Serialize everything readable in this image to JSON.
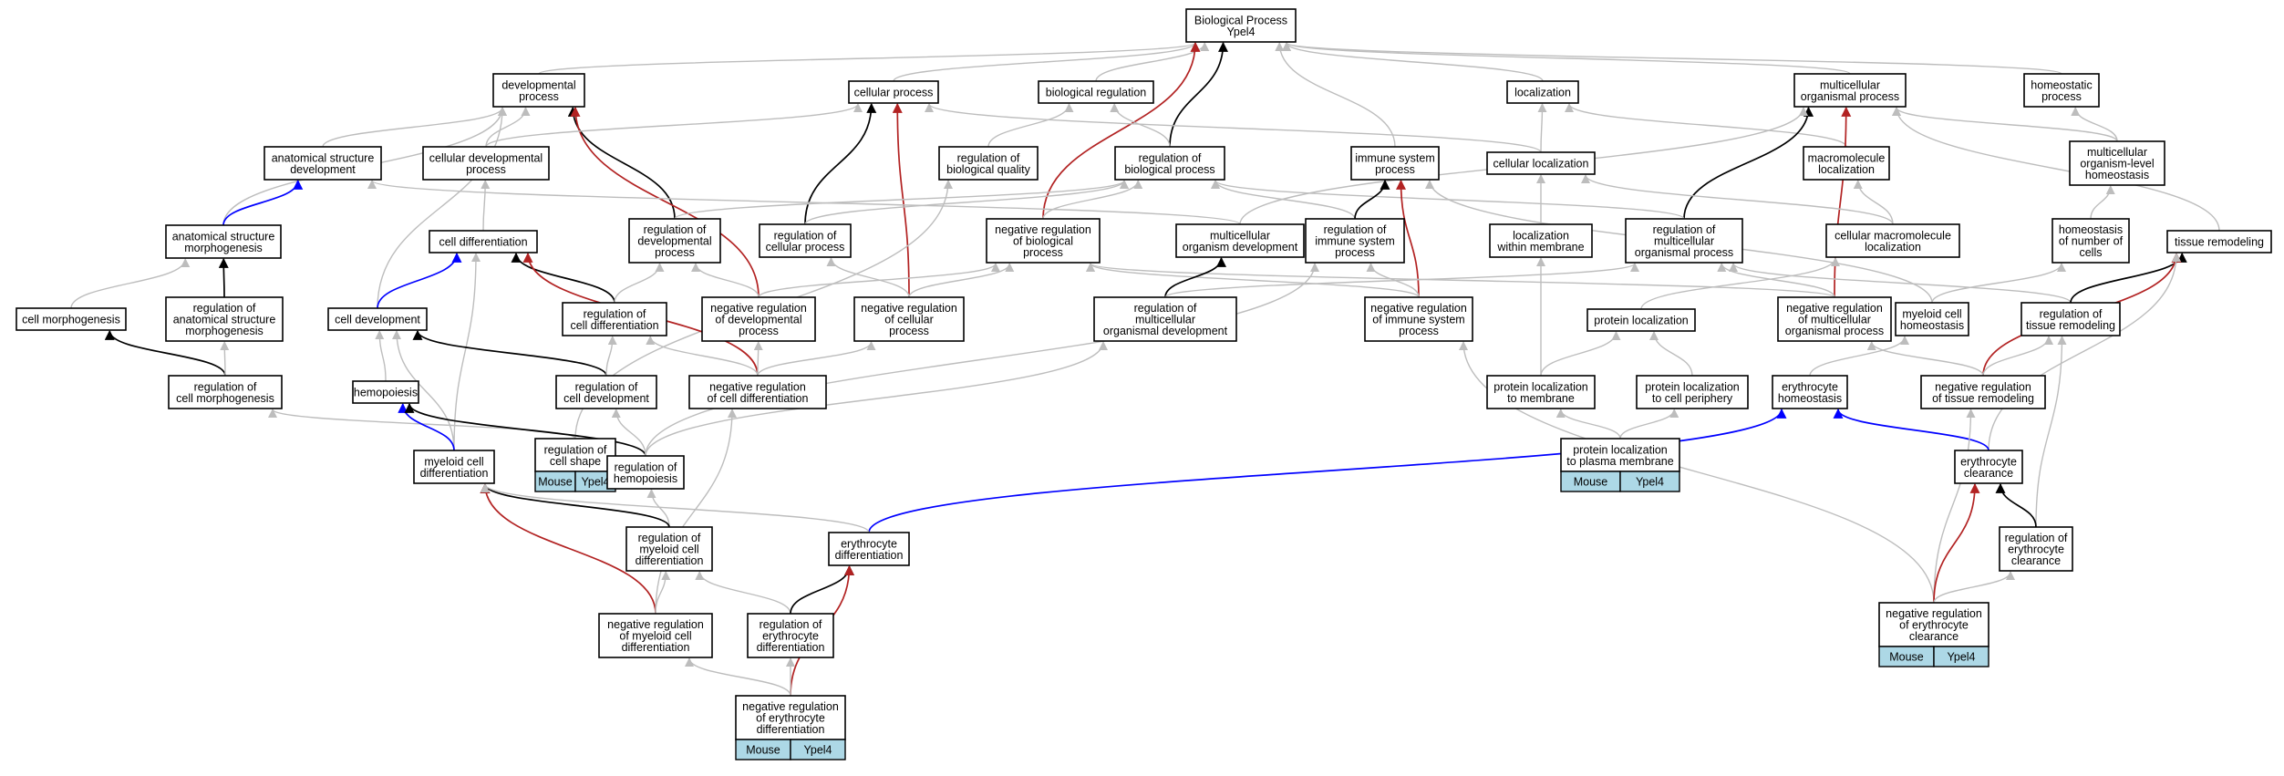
{
  "title": "Biological Process Ypel4",
  "colors": {
    "gray": "#bdbdbd",
    "black": "#000000",
    "blue": "#0000ff",
    "red": "#b22222",
    "badge": "#add8e6"
  },
  "nodes": [
    {
      "id": "root",
      "lines": [
        "Biological Process",
        "Ypel4"
      ]
    },
    {
      "id": "dev",
      "lines": [
        "developmental",
        "process"
      ]
    },
    {
      "id": "cellproc",
      "lines": [
        "cellular process"
      ]
    },
    {
      "id": "bioreg",
      "lines": [
        "biological regulation"
      ]
    },
    {
      "id": "loc",
      "lines": [
        "localization"
      ]
    },
    {
      "id": "multi",
      "lines": [
        "multicellular",
        "organismal process"
      ]
    },
    {
      "id": "homeo",
      "lines": [
        "homeostatic",
        "process"
      ]
    },
    {
      "id": "anatdev",
      "lines": [
        "anatomical structure",
        "development"
      ]
    },
    {
      "id": "celldevproc",
      "lines": [
        "cellular developmental",
        "process"
      ]
    },
    {
      "id": "regbioq",
      "lines": [
        "regulation of",
        "biological quality"
      ]
    },
    {
      "id": "regbio",
      "lines": [
        "regulation of",
        "biological process"
      ]
    },
    {
      "id": "immune",
      "lines": [
        "immune system",
        "process"
      ]
    },
    {
      "id": "cellloc",
      "lines": [
        "cellular localization"
      ]
    },
    {
      "id": "macroloc",
      "lines": [
        "macromolecule",
        "localization"
      ]
    },
    {
      "id": "mlhomeo",
      "lines": [
        "multicellular",
        "organism-level",
        "homeostasis"
      ]
    },
    {
      "id": "anatmorph",
      "lines": [
        "anatomical structure",
        "morphogenesis"
      ]
    },
    {
      "id": "celldiff",
      "lines": [
        "cell differentiation"
      ]
    },
    {
      "id": "regdevproc",
      "lines": [
        "regulation of",
        "developmental",
        "process"
      ]
    },
    {
      "id": "regcellproc",
      "lines": [
        "regulation of",
        "cellular process"
      ]
    },
    {
      "id": "negregbio",
      "lines": [
        "negative regulation",
        "of biological",
        "process"
      ]
    },
    {
      "id": "multidev",
      "lines": [
        "multicellular",
        "organism development"
      ]
    },
    {
      "id": "regimmune",
      "lines": [
        "regulation of",
        "immune system",
        "process"
      ]
    },
    {
      "id": "locmem",
      "lines": [
        "localization",
        "within membrane"
      ]
    },
    {
      "id": "regmulti",
      "lines": [
        "regulation of",
        "multicellular",
        "organismal process"
      ]
    },
    {
      "id": "cellmacroloc",
      "lines": [
        "cellular macromolecule",
        "localization"
      ]
    },
    {
      "id": "homeonum",
      "lines": [
        "homeostasis",
        "of number of",
        "cells"
      ]
    },
    {
      "id": "tissrem",
      "lines": [
        "tissue remodeling"
      ]
    },
    {
      "id": "cellmorph",
      "lines": [
        "cell morphogenesis"
      ]
    },
    {
      "id": "reganatmorph",
      "lines": [
        "regulation of",
        "anatomical structure",
        "morphogenesis"
      ]
    },
    {
      "id": "celldev",
      "lines": [
        "cell development"
      ]
    },
    {
      "id": "regcelldiff",
      "lines": [
        "regulation of",
        "cell differentiation"
      ]
    },
    {
      "id": "negregdev",
      "lines": [
        "negative regulation",
        "of developmental",
        "process"
      ]
    },
    {
      "id": "negregcell",
      "lines": [
        "negative regulation",
        "of cellular",
        "process"
      ]
    },
    {
      "id": "regmultidev",
      "lines": [
        "regulation of",
        "multicellular",
        "organismal development"
      ]
    },
    {
      "id": "negregimmune",
      "lines": [
        "negative regulation",
        "of immune system",
        "process"
      ]
    },
    {
      "id": "protloc",
      "lines": [
        "protein localization"
      ]
    },
    {
      "id": "negregmulti",
      "lines": [
        "negative regulation",
        "of multicellular",
        "organismal process"
      ]
    },
    {
      "id": "myelhomeo",
      "lines": [
        "myeloid cell",
        "homeostasis"
      ]
    },
    {
      "id": "regtiss",
      "lines": [
        "regulation of",
        "tissue remodeling"
      ]
    },
    {
      "id": "regcellmorph",
      "lines": [
        "regulation of",
        "cell morphogenesis"
      ]
    },
    {
      "id": "hemo",
      "lines": [
        "hemopoiesis"
      ]
    },
    {
      "id": "regcelldev",
      "lines": [
        "regulation of",
        "cell development"
      ]
    },
    {
      "id": "negregcelldiff",
      "lines": [
        "negative regulation",
        "of cell differentiation"
      ]
    },
    {
      "id": "protlocmem",
      "lines": [
        "protein localization",
        "to membrane"
      ]
    },
    {
      "id": "protlocperi",
      "lines": [
        "protein localization",
        "to cell periphery"
      ]
    },
    {
      "id": "erythhomeo",
      "lines": [
        "erythrocyte",
        "homeostasis"
      ]
    },
    {
      "id": "negregtiss",
      "lines": [
        "negative regulation",
        "of tissue remodeling"
      ]
    },
    {
      "id": "regcellshape",
      "lines": [
        "regulation of",
        "cell shape"
      ],
      "badge": [
        "Mouse",
        "Ypel4"
      ]
    },
    {
      "id": "myeldiff",
      "lines": [
        "myeloid cell",
        "differentiation"
      ]
    },
    {
      "id": "reghemo",
      "lines": [
        "regulation of",
        "hemopoiesis"
      ]
    },
    {
      "id": "protlocpm",
      "lines": [
        "protein localization",
        "to plasma membrane"
      ],
      "badge": [
        "Mouse",
        "Ypel4"
      ]
    },
    {
      "id": "erythclear",
      "lines": [
        "erythrocyte",
        "clearance"
      ]
    },
    {
      "id": "regmyeldiff",
      "lines": [
        "regulation of",
        "myeloid cell",
        "differentiation"
      ]
    },
    {
      "id": "erythdiff",
      "lines": [
        "erythrocyte",
        "differentiation"
      ]
    },
    {
      "id": "regerythclear",
      "lines": [
        "regulation of",
        "erythrocyte",
        "clearance"
      ]
    },
    {
      "id": "negregmyeldiff",
      "lines": [
        "negative regulation",
        "of myeloid cell",
        "differentiation"
      ]
    },
    {
      "id": "regerythdiff",
      "lines": [
        "regulation of",
        "erythrocyte",
        "differentiation"
      ]
    },
    {
      "id": "negregerythclear",
      "lines": [
        "negative regulation",
        "of erythrocyte",
        "clearance"
      ],
      "badge": [
        "Mouse",
        "Ypel4"
      ]
    },
    {
      "id": "negregerythdiff",
      "lines": [
        "negative regulation",
        "of erythrocyte",
        "differentiation"
      ],
      "badge": [
        "Mouse",
        "Ypel4"
      ]
    }
  ],
  "edges": [
    {
      "from": "dev",
      "to": "root",
      "color": "gray"
    },
    {
      "from": "cellproc",
      "to": "root",
      "color": "gray"
    },
    {
      "from": "bioreg",
      "to": "root",
      "color": "gray"
    },
    {
      "from": "loc",
      "to": "root",
      "color": "gray"
    },
    {
      "from": "multi",
      "to": "root",
      "color": "gray"
    },
    {
      "from": "homeo",
      "to": "root",
      "color": "gray"
    },
    {
      "from": "immune",
      "to": "root",
      "color": "gray"
    },
    {
      "from": "regbio",
      "to": "root",
      "color": "black"
    },
    {
      "from": "negregbio",
      "to": "root",
      "color": "red"
    },
    {
      "from": "anatdev",
      "to": "dev",
      "color": "gray"
    },
    {
      "from": "celldevproc",
      "to": "dev",
      "color": "gray"
    },
    {
      "from": "anatmorph",
      "to": "dev",
      "color": "gray"
    },
    {
      "from": "celldev",
      "to": "dev",
      "color": "gray"
    },
    {
      "from": "regdevproc",
      "to": "dev",
      "color": "black"
    },
    {
      "from": "negregdev",
      "to": "dev",
      "color": "red"
    },
    {
      "from": "celldevproc",
      "to": "cellproc",
      "color": "gray"
    },
    {
      "from": "cellloc",
      "to": "cellproc",
      "color": "gray"
    },
    {
      "from": "regcellproc",
      "to": "cellproc",
      "color": "black"
    },
    {
      "from": "negregcell",
      "to": "cellproc",
      "color": "red"
    },
    {
      "from": "regbioq",
      "to": "bioreg",
      "color": "gray"
    },
    {
      "from": "regbio",
      "to": "bioreg",
      "color": "gray"
    },
    {
      "from": "cellloc",
      "to": "loc",
      "color": "gray"
    },
    {
      "from": "macroloc",
      "to": "loc",
      "color": "gray"
    },
    {
      "from": "regmulti",
      "to": "multi",
      "color": "black"
    },
    {
      "from": "negregmulti",
      "to": "multi",
      "color": "red"
    },
    {
      "from": "mlhomeo",
      "to": "multi",
      "color": "gray"
    },
    {
      "from": "tissrem",
      "to": "multi",
      "color": "gray"
    },
    {
      "from": "multidev",
      "to": "multi",
      "color": "gray"
    },
    {
      "from": "mlhomeo",
      "to": "homeo",
      "color": "gray"
    },
    {
      "from": "anatmorph",
      "to": "anatdev",
      "color": "blue"
    },
    {
      "from": "multidev",
      "to": "anatdev",
      "color": "gray"
    },
    {
      "from": "celldiff",
      "to": "celldevproc",
      "color": "gray"
    },
    {
      "from": "regcellshape",
      "to": "regbioq",
      "color": "gray"
    },
    {
      "from": "regdevproc",
      "to": "regbio",
      "color": "gray"
    },
    {
      "from": "regcellproc",
      "to": "regbio",
      "color": "gray"
    },
    {
      "from": "negregbio",
      "to": "regbio",
      "color": "gray"
    },
    {
      "from": "regimmune",
      "to": "regbio",
      "color": "gray"
    },
    {
      "from": "regmulti",
      "to": "regbio",
      "color": "gray"
    },
    {
      "from": "regimmune",
      "to": "immune",
      "color": "black"
    },
    {
      "from": "negregimmune",
      "to": "immune",
      "color": "red"
    },
    {
      "from": "myelhomeo",
      "to": "immune",
      "color": "gray"
    },
    {
      "from": "locmem",
      "to": "cellloc",
      "color": "gray"
    },
    {
      "from": "cellmacroloc",
      "to": "cellloc",
      "color": "gray"
    },
    {
      "from": "cellmacroloc",
      "to": "macroloc",
      "color": "gray"
    },
    {
      "from": "homeonum",
      "to": "mlhomeo",
      "color": "gray"
    },
    {
      "from": "cellmorph",
      "to": "anatmorph",
      "color": "gray"
    },
    {
      "from": "reganatmorph",
      "to": "anatmorph",
      "color": "black"
    },
    {
      "from": "celldev",
      "to": "celldiff",
      "color": "blue"
    },
    {
      "from": "regcelldiff",
      "to": "celldiff",
      "color": "black"
    },
    {
      "from": "negregcelldiff",
      "to": "celldiff",
      "color": "red"
    },
    {
      "from": "myeldiff",
      "to": "celldiff",
      "color": "gray"
    },
    {
      "from": "regcelldiff",
      "to": "regdevproc",
      "color": "gray"
    },
    {
      "from": "negregdev",
      "to": "regdevproc",
      "color": "gray"
    },
    {
      "from": "negregcell",
      "to": "regcellproc",
      "color": "gray"
    },
    {
      "from": "negregdev",
      "to": "negregbio",
      "color": "gray"
    },
    {
      "from": "negregcell",
      "to": "negregbio",
      "color": "gray"
    },
    {
      "from": "negregimmune",
      "to": "negregbio",
      "color": "gray"
    },
    {
      "from": "negregmulti",
      "to": "negregbio",
      "color": "gray"
    },
    {
      "from": "regmultidev",
      "to": "multidev",
      "color": "black"
    },
    {
      "from": "negregimmune",
      "to": "regimmune",
      "color": "gray"
    },
    {
      "from": "reghemo",
      "to": "regimmune",
      "color": "gray"
    },
    {
      "from": "protlocmem",
      "to": "locmem",
      "color": "gray"
    },
    {
      "from": "negregmulti",
      "to": "regmulti",
      "color": "gray"
    },
    {
      "from": "regtiss",
      "to": "regmulti",
      "color": "gray"
    },
    {
      "from": "regmultidev",
      "to": "regmulti",
      "color": "gray"
    },
    {
      "from": "protloc",
      "to": "cellmacroloc",
      "color": "gray"
    },
    {
      "from": "myelhomeo",
      "to": "homeonum",
      "color": "gray"
    },
    {
      "from": "regtiss",
      "to": "tissrem",
      "color": "black"
    },
    {
      "from": "negregtiss",
      "to": "tissrem",
      "color": "red"
    },
    {
      "from": "erythclear",
      "to": "tissrem",
      "color": "gray"
    },
    {
      "from": "regcellmorph",
      "to": "cellmorph",
      "color": "black"
    },
    {
      "from": "regcellmorph",
      "to": "reganatmorph",
      "color": "gray"
    },
    {
      "from": "hemo",
      "to": "celldev",
      "color": "gray"
    },
    {
      "from": "regcelldev",
      "to": "celldev",
      "color": "black"
    },
    {
      "from": "myeldiff",
      "to": "celldev",
      "color": "gray"
    },
    {
      "from": "regcelldev",
      "to": "regcelldiff",
      "color": "gray"
    },
    {
      "from": "negregcelldiff",
      "to": "regcelldiff",
      "color": "gray"
    },
    {
      "from": "negregcelldiff",
      "to": "negregdev",
      "color": "gray"
    },
    {
      "from": "negregcelldiff",
      "to": "negregcell",
      "color": "gray"
    },
    {
      "from": "reghemo",
      "to": "regmultidev",
      "color": "gray"
    },
    {
      "from": "negregerythclear",
      "to": "negregimmune",
      "color": "gray"
    },
    {
      "from": "protlocmem",
      "to": "protloc",
      "color": "gray"
    },
    {
      "from": "protlocperi",
      "to": "protloc",
      "color": "gray"
    },
    {
      "from": "negregtiss",
      "to": "negregmulti",
      "color": "gray"
    },
    {
      "from": "erythhomeo",
      "to": "myelhomeo",
      "color": "gray"
    },
    {
      "from": "negregtiss",
      "to": "regtiss",
      "color": "gray"
    },
    {
      "from": "regerythclear",
      "to": "regtiss",
      "color": "gray"
    },
    {
      "from": "regcellshape",
      "to": "regcellmorph",
      "color": "gray"
    },
    {
      "from": "myeldiff",
      "to": "hemo",
      "color": "blue"
    },
    {
      "from": "reghemo",
      "to": "hemo",
      "color": "black"
    },
    {
      "from": "reghemo",
      "to": "regcelldev",
      "color": "gray"
    },
    {
      "from": "protlocpm",
      "to": "protlocmem",
      "color": "gray"
    },
    {
      "from": "protlocpm",
      "to": "protlocperi",
      "color": "gray"
    },
    {
      "from": "erythdiff",
      "to": "erythhomeo",
      "color": "blue"
    },
    {
      "from": "erythclear",
      "to": "erythhomeo",
      "color": "blue"
    },
    {
      "from": "negregerythclear",
      "to": "negregtiss",
      "color": "gray"
    },
    {
      "from": "regmyeldiff",
      "to": "reghemo",
      "color": "gray"
    },
    {
      "from": "regmyeldiff",
      "to": "myeldiff",
      "color": "black"
    },
    {
      "from": "negregmyeldiff",
      "to": "myeldiff",
      "color": "red"
    },
    {
      "from": "erythdiff",
      "to": "myeldiff",
      "color": "gray"
    },
    {
      "from": "regerythclear",
      "to": "erythclear",
      "color": "black"
    },
    {
      "from": "negregerythclear",
      "to": "erythclear",
      "color": "red"
    },
    {
      "from": "negregmyeldiff",
      "to": "regmyeldiff",
      "color": "gray"
    },
    {
      "from": "regerythdiff",
      "to": "regmyeldiff",
      "color": "gray"
    },
    {
      "from": "regerythdiff",
      "to": "erythdiff",
      "color": "black"
    },
    {
      "from": "negregerythdiff",
      "to": "erythdiff",
      "color": "red"
    },
    {
      "from": "negregerythclear",
      "to": "regerythclear",
      "color": "gray"
    },
    {
      "from": "negregmyeldiff",
      "to": "negregcelldiff",
      "color": "gray"
    },
    {
      "from": "negregerythdiff",
      "to": "negregmyeldiff",
      "color": "gray"
    },
    {
      "from": "negregerythdiff",
      "to": "regerythdiff",
      "color": "gray"
    }
  ]
}
